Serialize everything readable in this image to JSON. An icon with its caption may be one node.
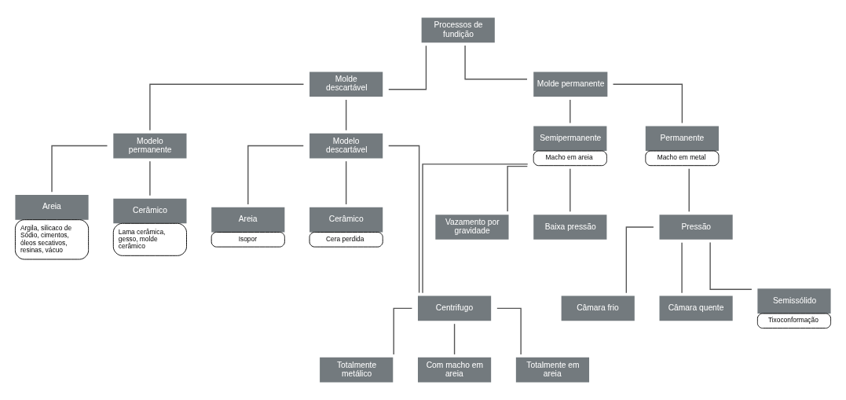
{
  "diagram": {
    "nodes": [
      {
        "text": [
          "Processos de fundição"
        ]
      },
      {
        "text": [
          "Molde descartável"
        ]
      },
      {
        "text": [
          "Molde permanente"
        ]
      },
      {
        "text": [
          "Modelo permanente"
        ]
      },
      {
        "text": [
          "Modelo descartável"
        ]
      },
      {
        "text": [
          "Semipermanente"
        ],
        "beside": [
          "Macho em areia"
        ]
      },
      {
        "text": [
          "Permanente"
        ],
        "beside": [
          "Macho em metal"
        ]
      },
      {
        "text": [
          "Areia",
          "Argila, silicaco de Sódio, cimentos, óleos secativos, resinas, vácuo"
        ]
      },
      {
        "text": [
          "Cerâmico",
          "Lama cerâmica, gesso, molde cerâmico"
        ]
      },
      {
        "text": [
          "Areia"
        ],
        "beside": [
          "Isopor"
        ]
      },
      {
        "text": [
          "Cerâmico"
        ],
        "beside": [
          "Cera perdida"
        ]
      },
      {
        "text": [
          "Vazamento por gravidade"
        ]
      },
      {
        "text": [
          "Baixa pressão"
        ]
      },
      {
        "text": [
          "Pressão"
        ]
      },
      {
        "text": [
          "Centrifugo"
        ]
      },
      {
        "text": [
          "Câmara frio"
        ]
      },
      {
        "text": [
          "Câmara quente"
        ]
      },
      {
        "text": [
          "Semissólido"
        ],
        "beside": [
          "Tixoconformação"
        ]
      },
      {
        "text": [
          "Totalmente metálico"
        ]
      },
      {
        "text": [
          "Com macho em areia"
        ]
      },
      {
        "text": [
          "Totalmente em areia"
        ]
      }
    ],
    "edges": [
      {
        "from": 0,
        "to": 1,
        "arrow": "none"
      },
      {
        "from": 0,
        "to": 2,
        "arrow": "none"
      },
      {
        "from": 1,
        "to": 3,
        "arrow": "none"
      },
      {
        "from": 1,
        "to": 4,
        "arrow": "none"
      },
      {
        "from": 2,
        "to": 5,
        "arrow": "none"
      },
      {
        "from": 2,
        "to": 6,
        "arrow": "none"
      },
      {
        "from": 3,
        "to": 7,
        "arrow": "none"
      },
      {
        "from": 3,
        "to": 8,
        "arrow": "none"
      },
      {
        "from": 4,
        "to": 9,
        "arrow": "none"
      },
      {
        "from": 4,
        "to": 10,
        "arrow": "none"
      },
      {
        "from": 4,
        "to": 14,
        "arrow": "none"
      },
      {
        "from": 5,
        "to": 14,
        "arrow": "none"
      },
      {
        "from": 5,
        "to": 11,
        "arrow": "none"
      },
      {
        "from": 5,
        "to": 12,
        "arrow": "none"
      },
      {
        "from": 6,
        "to": 13,
        "arrow": "none"
      },
      {
        "from": 13,
        "to": 15,
        "arrow": "none"
      },
      {
        "from": 13,
        "to": 16,
        "arrow": "none"
      },
      {
        "from": 13,
        "to": 17,
        "arrow": "none"
      },
      {
        "from": 14,
        "to": 18,
        "arrow": "none"
      },
      {
        "from": 14,
        "to": 19,
        "arrow": "none"
      },
      {
        "from": 14,
        "to": 20,
        "arrow": "none"
      }
    ]
  }
}
